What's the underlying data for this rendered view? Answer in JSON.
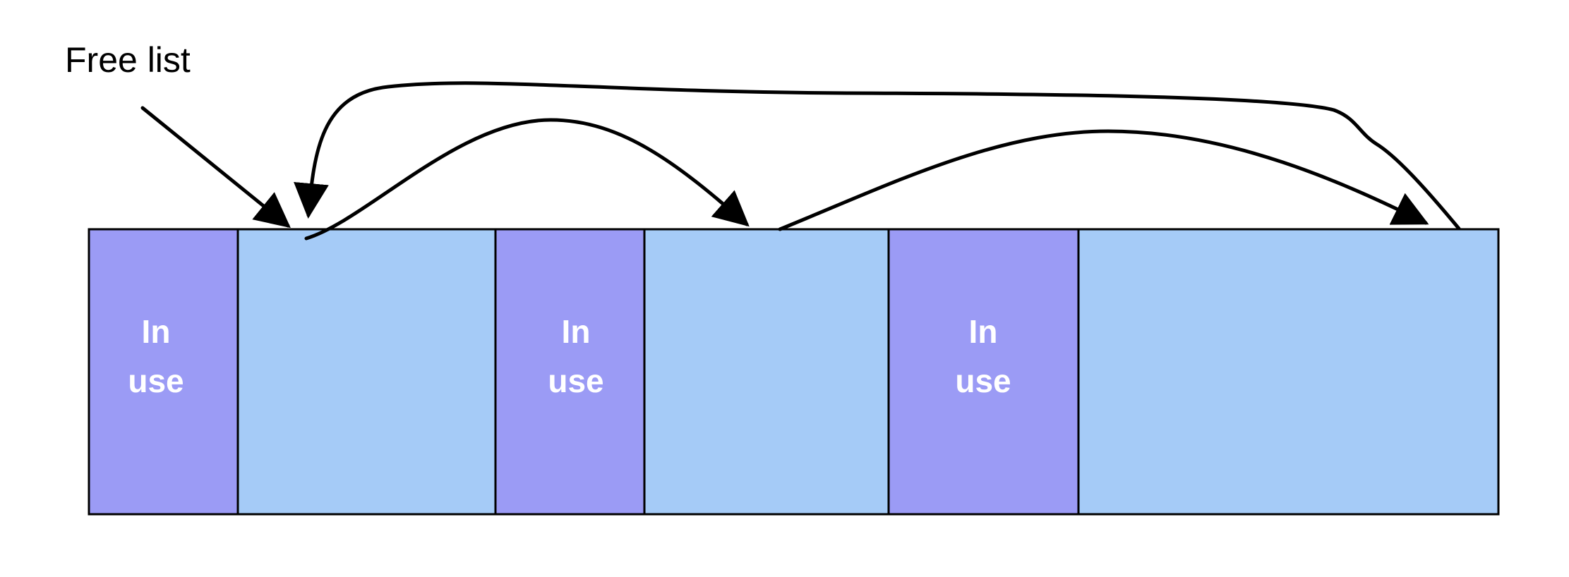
{
  "free_list_label": "Free list",
  "blocks": [
    {
      "state": "used",
      "label_line1": "In",
      "label_line2": "use"
    },
    {
      "state": "free"
    },
    {
      "state": "used",
      "label_line1": "In",
      "label_line2": "use"
    },
    {
      "state": "free"
    },
    {
      "state": "used",
      "label_line1": "In",
      "label_line2": "use"
    },
    {
      "state": "free"
    }
  ],
  "colors": {
    "used_block": "#9b9bf5",
    "free_block": "#a5cbf7",
    "border": "#000000",
    "arrow": "#000000",
    "label_text": "#ffffff"
  }
}
